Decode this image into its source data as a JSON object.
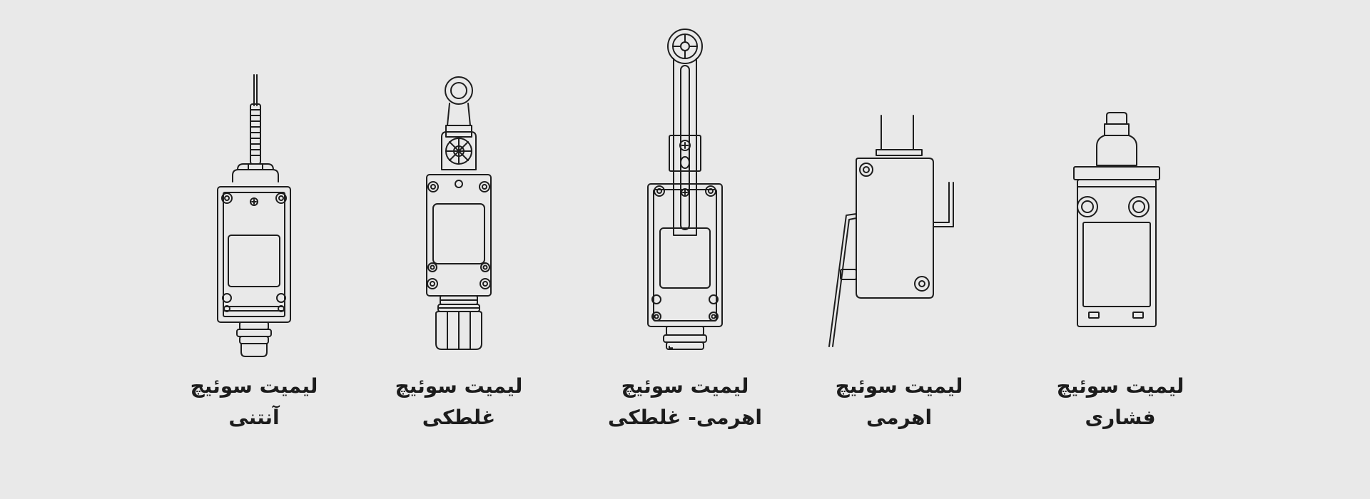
{
  "colors": {
    "background": "#e9e9e9",
    "stroke": "#1e1e1e",
    "text": "#1c1c1c"
  },
  "switches": [
    {
      "icon": "antenna-limit-switch-icon",
      "line1": "لیمیت سوئیچ",
      "line2": "آنتنی"
    },
    {
      "icon": "roller-limit-switch-icon",
      "line1": "لیمیت سوئیچ",
      "line2": "غلطکی"
    },
    {
      "icon": "lever-roller-limit-switch-icon",
      "line1": "لیمیت سوئیچ",
      "line2": "اهرمی- غلطکی"
    },
    {
      "icon": "lever-limit-switch-icon",
      "line1": "لیمیت سوئیچ",
      "line2": "اهرمی"
    },
    {
      "icon": "push-limit-switch-icon",
      "line1": "لیمیت سوئیچ",
      "line2": "فشاری"
    }
  ]
}
